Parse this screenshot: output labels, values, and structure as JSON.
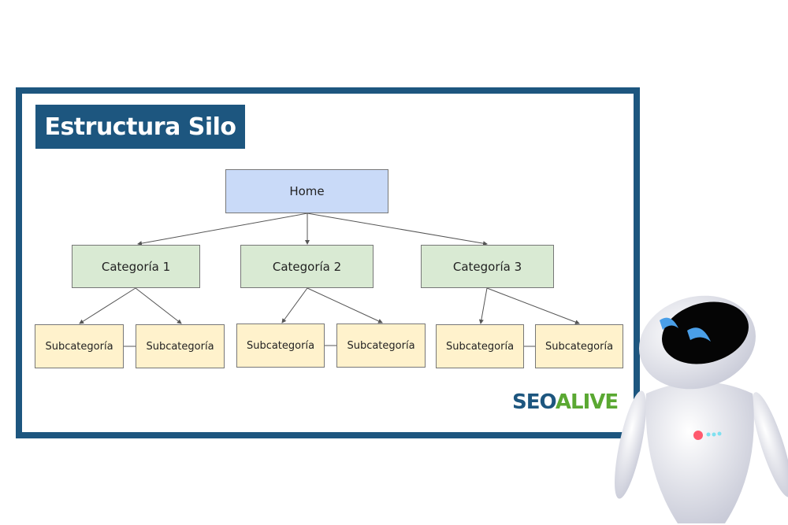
{
  "title": "Estructura Silo",
  "home": "Home",
  "categories": [
    "Categoría 1",
    "Categoría 2",
    "Categoría 3"
  ],
  "subcategories": [
    "Subcategoría",
    "Subcategoría",
    "Subcategoría",
    "Subcategoría",
    "Subcategoría",
    "Subcategoría"
  ],
  "logo": {
    "part1": "SEO",
    "part2": "ALIVE"
  },
  "colors": {
    "frame": "#1d567f",
    "home": "#c9daf8",
    "category": "#d9ead3",
    "subcategory": "#fff2cc"
  }
}
